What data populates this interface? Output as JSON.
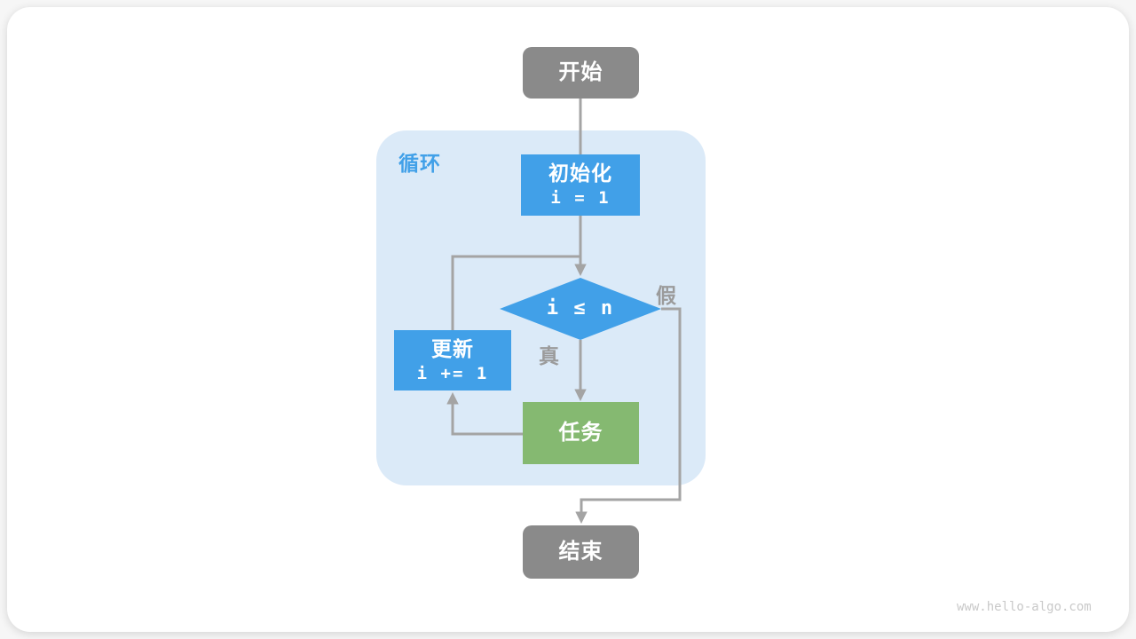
{
  "watermark": "www.hello-algo.com",
  "colors": {
    "node_blue": "#41a0e8",
    "node_green": "#85b971",
    "node_gray": "#8a8a8a",
    "loop_region_bg": "#dbeaf8",
    "connector_gray": "#a4a4a4",
    "branch_label_gray": "#9b9b9b",
    "card_bg": "#ffffff"
  },
  "flowchart": {
    "start": {
      "label": "开始"
    },
    "loop_region": {
      "label": "循环"
    },
    "init": {
      "title": "初始化",
      "code": "i = 1"
    },
    "condition": {
      "expr": "i ≤ n"
    },
    "true_branch": {
      "label": "真"
    },
    "false_branch": {
      "label": "假"
    },
    "update": {
      "title": "更新",
      "code": "i += 1"
    },
    "task": {
      "label": "任务"
    },
    "end": {
      "label": "结束"
    }
  }
}
